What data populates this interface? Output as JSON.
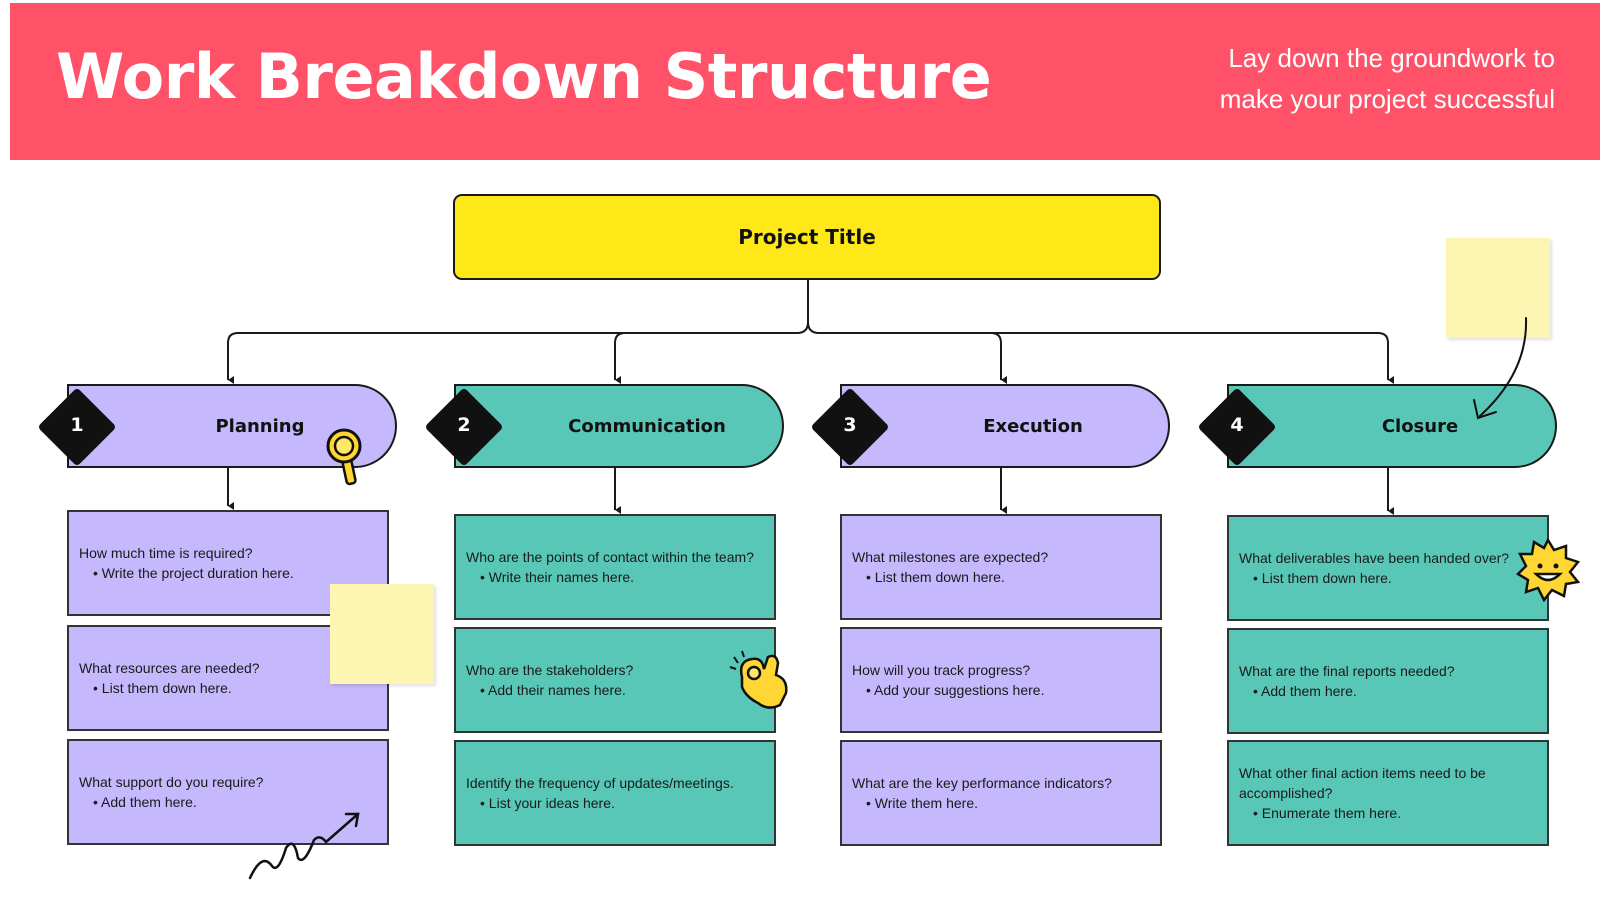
{
  "header": {
    "title": "Work Breakdown Structure",
    "subtitle_line1": "Lay down the groundwork to",
    "subtitle_line2": "make your project successful"
  },
  "root": {
    "label": "Project Title"
  },
  "colors": {
    "header": "#ff5269",
    "root": "#ffe817",
    "purple": "#c5b8fc",
    "teal": "#58c7b8",
    "sticky": "#fdf6b3"
  },
  "phases": [
    {
      "number": "1",
      "label": "Planning",
      "cards": [
        {
          "question": "How much time is required?",
          "bullet": "Write the project duration here."
        },
        {
          "question": "What resources are needed?",
          "bullet": "List them down here."
        },
        {
          "question": "What support do you require?",
          "bullet": "Add them here."
        }
      ]
    },
    {
      "number": "2",
      "label": "Communication",
      "cards": [
        {
          "question": "Who are the points of contact within the team?",
          "bullet": "Write their names here."
        },
        {
          "question": "Who are the stakeholders?",
          "bullet": "Add their names here."
        },
        {
          "question": "Identify the frequency of updates/meetings.",
          "bullet": "List your ideas here."
        }
      ]
    },
    {
      "number": "3",
      "label": "Execution",
      "cards": [
        {
          "question": "What milestones are expected?",
          "bullet": "List them down here."
        },
        {
          "question": "How will you track progress?",
          "bullet": "Add your suggestions here."
        },
        {
          "question": "What are the key performance indicators?",
          "bullet": "Write them here."
        }
      ]
    },
    {
      "number": "4",
      "label": "Closure",
      "cards": [
        {
          "question": "What deliverables have been handed over?",
          "bullet": "List them down here."
        },
        {
          "question": "What are the final reports needed?",
          "bullet": "Add them here."
        },
        {
          "question": "What other final action items need to be accomplished?",
          "bullet": "Enumerate them here."
        }
      ]
    }
  ],
  "decorations": [
    "magnifier-icon",
    "ok-hand-icon",
    "sun-smile-icon",
    "squiggle-arrow-icon",
    "curved-arrow-icon"
  ]
}
